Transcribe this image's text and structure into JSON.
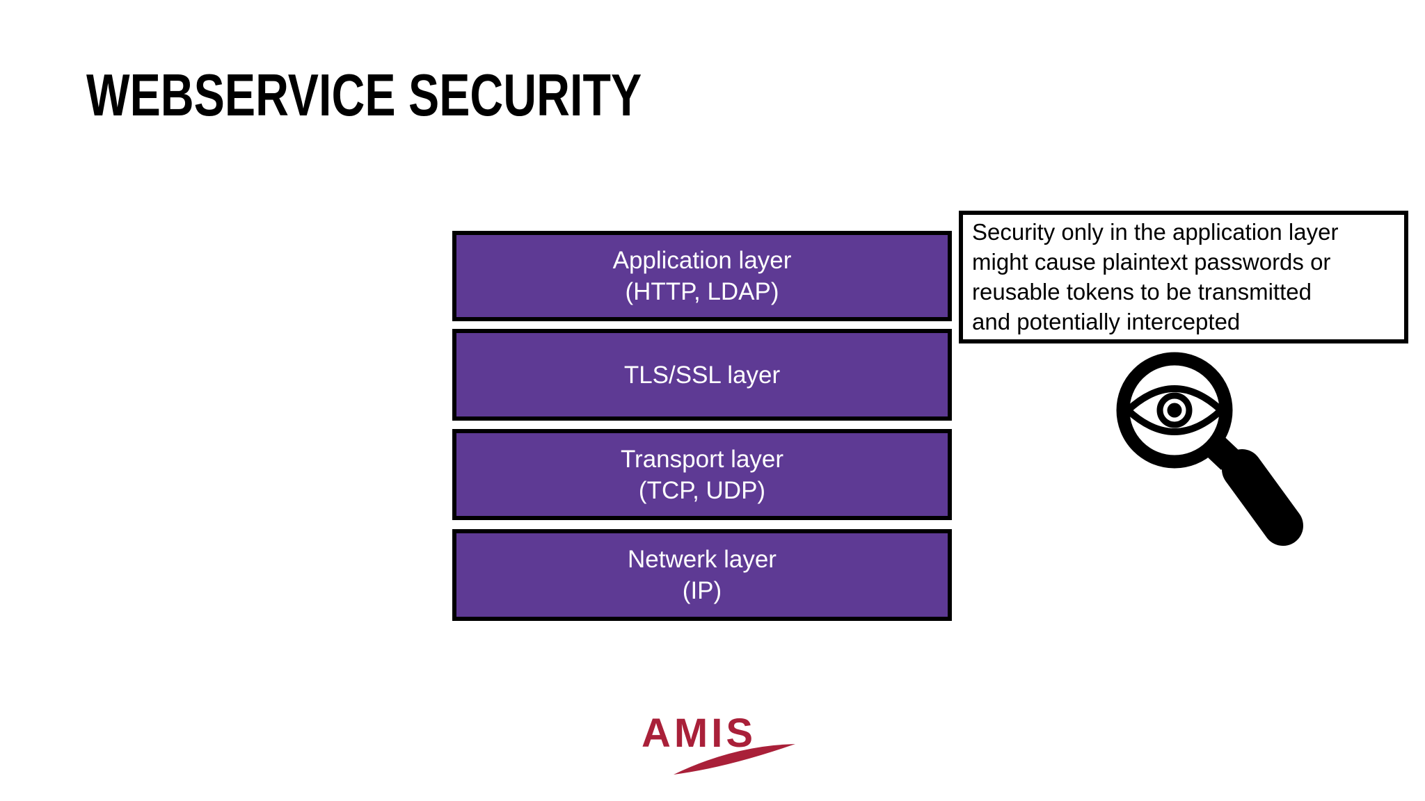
{
  "slide": {
    "title": "WEBSERVICE SECURITY"
  },
  "stack": {
    "layers": [
      {
        "name": "application",
        "line1": "Application layer",
        "line2": "(HTTP, LDAP)"
      },
      {
        "name": "tls-ssl",
        "line1": "TLS/SSL layer",
        "line2": ""
      },
      {
        "name": "transport",
        "line1": "Transport layer",
        "line2": "(TCP, UDP)"
      },
      {
        "name": "network",
        "line1": "Netwerk layer",
        "line2": "(IP)"
      }
    ]
  },
  "infobox": {
    "lines": [
      "Security only in the application layer",
      "might cause plaintext passwords or",
      "reusable tokens to be transmitted",
      "and potentially intercepted"
    ]
  },
  "logo": {
    "text": "AMIS"
  },
  "icons": {
    "magnifier": "eye-magnifier-icon",
    "logo_swoosh": "amis-logo-swoosh-icon"
  },
  "theme": {
    "background": "#ffffff",
    "ink": "#000000",
    "layer_fill": "#5e3a94",
    "layer_text": "#ffffff",
    "border": "#000000",
    "brand_red": "#a92039"
  }
}
